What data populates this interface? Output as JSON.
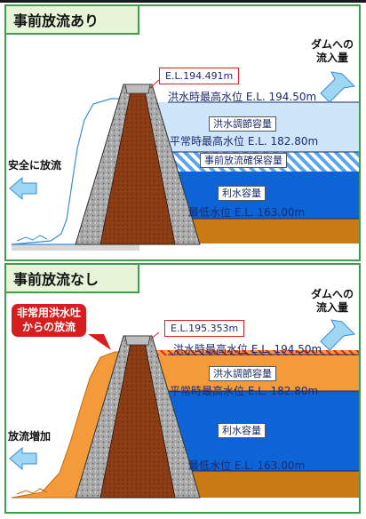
{
  "colors": {
    "panel_border": "#3aa04a",
    "tab_bg": "#e6f5d8",
    "flood_zone_top": "#cfe6fa",
    "flood_zone_orange": "#f39a3a",
    "water_blue": "#0c64d6",
    "sediment": "#c97a12",
    "dam_core": "#8b3c14",
    "dam_shell": "#a9a9a9",
    "arrow_blue": "#9fd6f2",
    "alert_red": "#d71e1e"
  },
  "panel_with": {
    "title": "事前放流あり",
    "el_label": "E.L.194.491m",
    "flood_max": "洪水時最高水位 E.L. 194.50m",
    "flood_control": "洪水調節容量",
    "normal_max": "平常時最高水位 E.L. 182.80m",
    "pre_release_capacity": "事前放流確保容量",
    "utility_capacity": "利水容量",
    "min_level": "最低水位 E.L. 163.00m",
    "inflow_line1": "ダムへの",
    "inflow_line2": "流入量",
    "outflow": "安全に放流",
    "icons": [
      "inflow-arrow-icon",
      "outflow-arrow-icon"
    ]
  },
  "panel_without": {
    "title": "事前放流なし",
    "el_label": "E.L.195.353m",
    "flood_max": "洪水時最高水位 E.L. 194.50m",
    "flood_control": "洪水調節容量",
    "normal_max": "平常時最高水位 E.L. 182.80m",
    "utility_capacity": "利水容量",
    "min_level": "最低水位 E.L. 163.00m",
    "inflow_line1": "ダムへの",
    "inflow_line2": "流入量",
    "outflow": "放流増加",
    "spillway_line1": "非常用洪水吐",
    "spillway_line2": "からの放流",
    "icons": [
      "inflow-arrow-icon",
      "outflow-arrow-icon"
    ]
  }
}
